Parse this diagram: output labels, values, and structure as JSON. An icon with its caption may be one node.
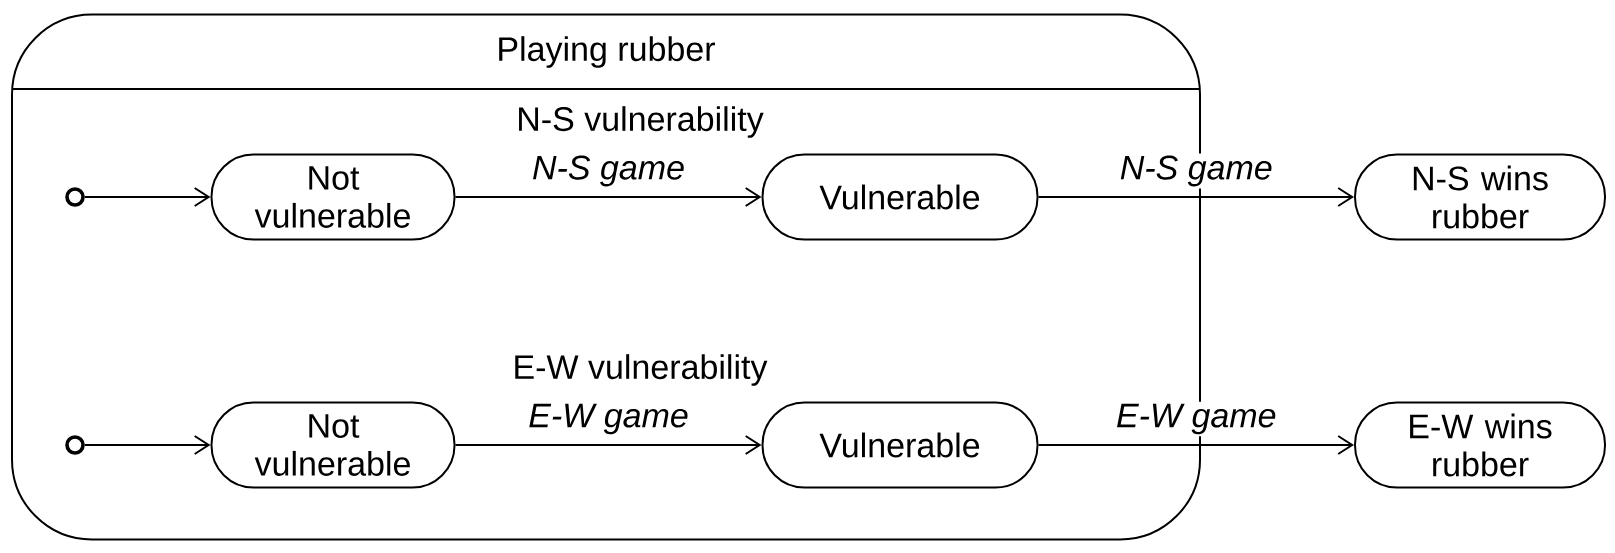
{
  "diagram": {
    "nodes": [
      {
        "text": [
          "Playing rubber"
        ]
      },
      {
        "text": [],
        "shape": "circle",
        "in": 0
      },
      {
        "text": [
          "Not vulnerable"
        ],
        "in": 0
      },
      {
        "text": [
          "Vulnerable"
        ],
        "in": 0
      },
      {
        "text": [
          "N-S wins rubber"
        ]
      },
      {
        "text": [],
        "shape": "circle",
        "in": 0
      },
      {
        "text": [
          "Not vulnerable"
        ],
        "in": 0
      },
      {
        "text": [
          "Vulnerable"
        ],
        "in": 0
      },
      {
        "text": [
          "E-W wins rubber"
        ]
      }
    ],
    "edges": [
      {
        "from": 1,
        "to": 2,
        "arrow": "to"
      },
      {
        "from": 2,
        "to": 3,
        "arrow": "to",
        "label": "N-S game"
      },
      {
        "from": 3,
        "to": 4,
        "arrow": "to",
        "label": "N-S game"
      },
      {
        "from": 5,
        "to": 6,
        "arrow": "to"
      },
      {
        "from": 6,
        "to": 7,
        "arrow": "to",
        "label": "E-W game"
      },
      {
        "from": 7,
        "to": 8,
        "arrow": "to",
        "label": "E-W game"
      }
    ],
    "labels": [
      "N-S vulnerability",
      "E-W vulnerability"
    ]
  }
}
